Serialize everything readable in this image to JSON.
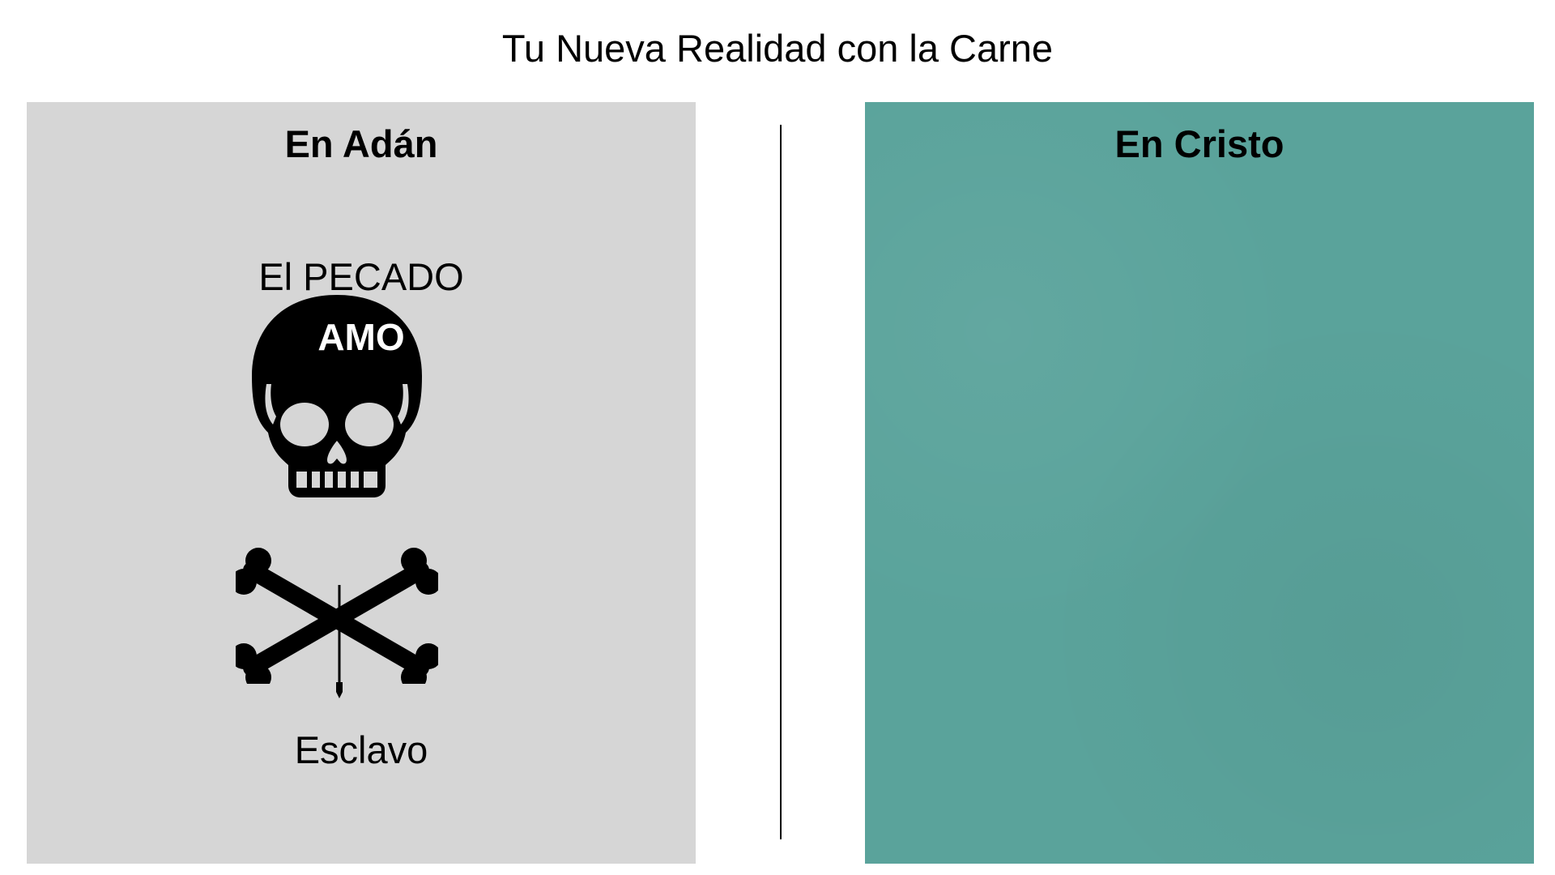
{
  "slide": {
    "title": "Tu Nueva Realidad con la Carne"
  },
  "left_panel": {
    "heading": "En Adán",
    "sin_label": "El PECADO",
    "master_label": "AMO",
    "result_label": "Esclavo",
    "background": "#d6d6d6",
    "icon": "skull-crossbones-icon"
  },
  "right_panel": {
    "heading": "En Cristo",
    "background": "#5aa39b"
  },
  "colors": {
    "text": "#000000",
    "divider": "#000000"
  }
}
